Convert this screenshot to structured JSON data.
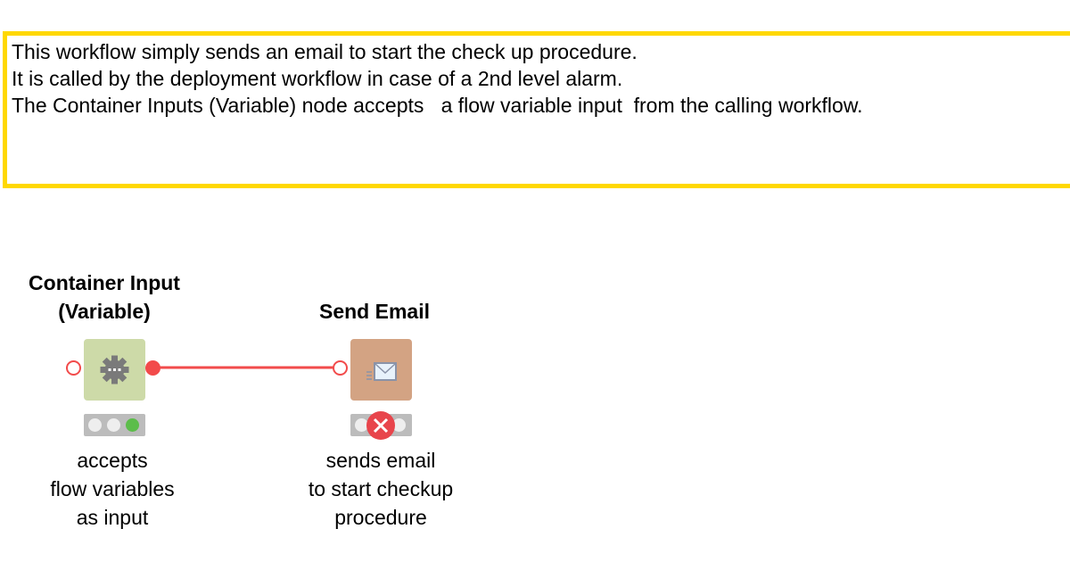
{
  "annotation": {
    "lines": [
      "This workflow simply sends an email to start the check up procedure.",
      "It is called by the deployment workflow in case of a 2nd level alarm.",
      "The Container Inputs (Variable) node accepts   a flow variable input  from the calling workflow."
    ],
    "border_color": "#ffd800"
  },
  "nodes": [
    {
      "title_lines": [
        "Container Input",
        "(Variable)"
      ],
      "description_lines": [
        "accepts",
        "flow variables",
        "as input"
      ],
      "color": "#cddaa8",
      "icon": "gear-dots-icon",
      "status": "executed"
    },
    {
      "title_lines": [
        "Send Email"
      ],
      "description_lines": [
        "sends email",
        "to start checkup",
        "procedure"
      ],
      "color": "#d3a383",
      "icon": "envelope-icon",
      "status": "error"
    }
  ],
  "connection_color": "#f24b4b"
}
